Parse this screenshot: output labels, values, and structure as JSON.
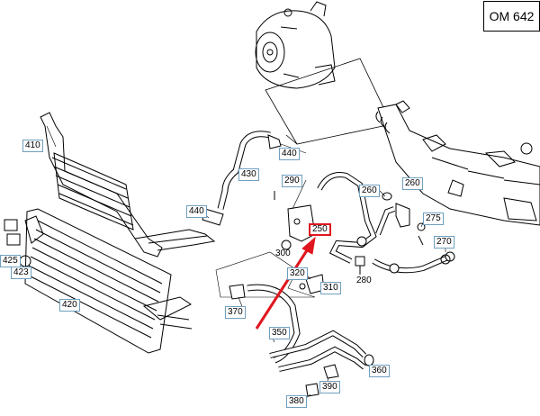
{
  "engine_code": "OM 642",
  "colors": {
    "highlight": "#e0161e",
    "callout_border": "#6f9fbf",
    "line": "#000000"
  },
  "callouts": [
    {
      "id": "410",
      "label": "410",
      "boxed": true
    },
    {
      "id": "425",
      "label": "425",
      "boxed": true
    },
    {
      "id": "423",
      "label": "423",
      "boxed": true
    },
    {
      "id": "420",
      "label": "420",
      "boxed": true
    },
    {
      "id": "440a",
      "label": "440",
      "boxed": true
    },
    {
      "id": "430",
      "label": "430",
      "boxed": true
    },
    {
      "id": "440b",
      "label": "440",
      "boxed": true
    },
    {
      "id": "290",
      "label": "290",
      "boxed": true
    },
    {
      "id": "260a",
      "label": "260",
      "boxed": true
    },
    {
      "id": "260b",
      "label": "260",
      "boxed": true
    },
    {
      "id": "275",
      "label": "275",
      "boxed": true
    },
    {
      "id": "250",
      "label": "250",
      "boxed": true,
      "highlighted": true
    },
    {
      "id": "270",
      "label": "270",
      "boxed": true
    },
    {
      "id": "300",
      "label": "300",
      "boxed": false
    },
    {
      "id": "280",
      "label": "280",
      "boxed": false
    },
    {
      "id": "320",
      "label": "320",
      "boxed": true
    },
    {
      "id": "310",
      "label": "310",
      "boxed": true
    },
    {
      "id": "370",
      "label": "370",
      "boxed": true
    },
    {
      "id": "350",
      "label": "350",
      "boxed": true
    },
    {
      "id": "360",
      "label": "360",
      "boxed": true
    },
    {
      "id": "390",
      "label": "390",
      "boxed": true
    },
    {
      "id": "380",
      "label": "380",
      "boxed": true
    }
  ]
}
